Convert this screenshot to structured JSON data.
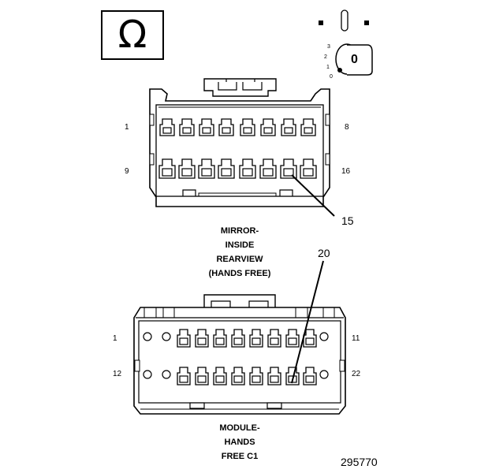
{
  "connector1": {
    "label_lines": [
      "MIRROR-",
      "INSIDE",
      "REARVIEW",
      "(HANDS FREE)"
    ],
    "pin_first_top": "1",
    "pin_last_top": "8",
    "pin_first_bottom": "9",
    "pin_last_bottom": "16",
    "callout": "15"
  },
  "connector2": {
    "label_lines": [
      "MODULE-",
      "HANDS",
      "FREE C1"
    ],
    "pin_first_top": "1",
    "pin_last_top": "11",
    "pin_first_bottom": "12",
    "pin_last_bottom": "22",
    "callout": "20"
  },
  "ignition": {
    "positions": [
      "3",
      "2",
      "1",
      "0"
    ],
    "key_label": "0"
  },
  "symbol": {
    "glyph": "Ω"
  },
  "figure_number": "295770"
}
